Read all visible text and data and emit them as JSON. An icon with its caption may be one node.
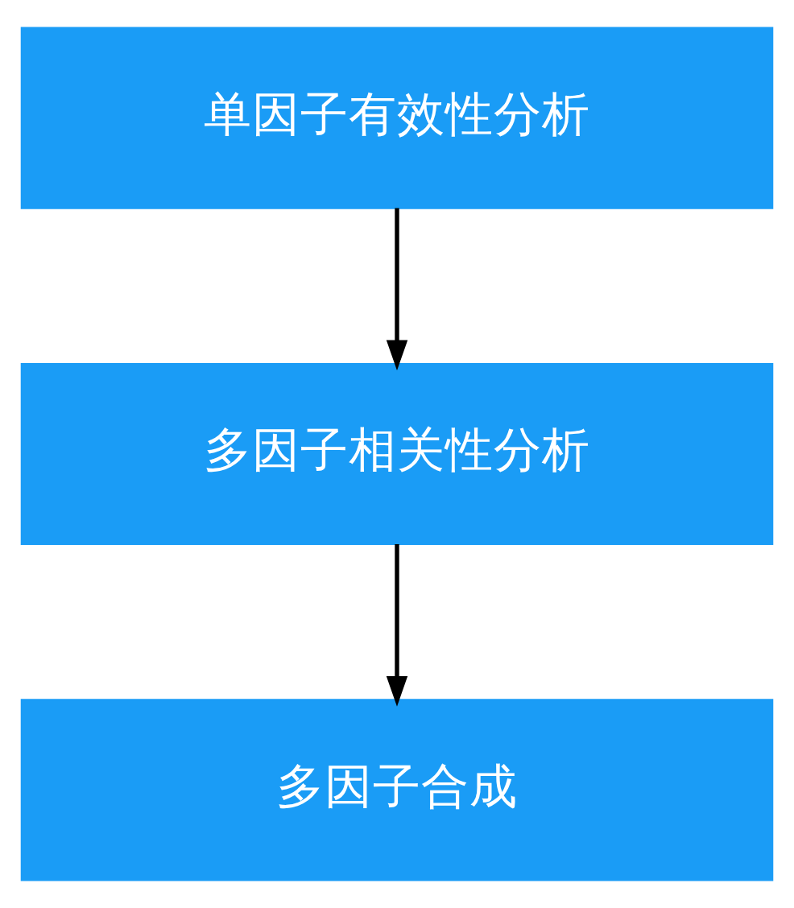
{
  "diagram": {
    "nodes": [
      {
        "text": [
          "单因子有效性分析"
        ]
      },
      {
        "text": [
          "多因子相关性分析"
        ]
      },
      {
        "text": [
          "多因子合成"
        ]
      }
    ],
    "edges": [
      {
        "from": 0,
        "to": 1,
        "arrow": "to"
      },
      {
        "from": 1,
        "to": 2,
        "arrow": "to"
      }
    ]
  }
}
